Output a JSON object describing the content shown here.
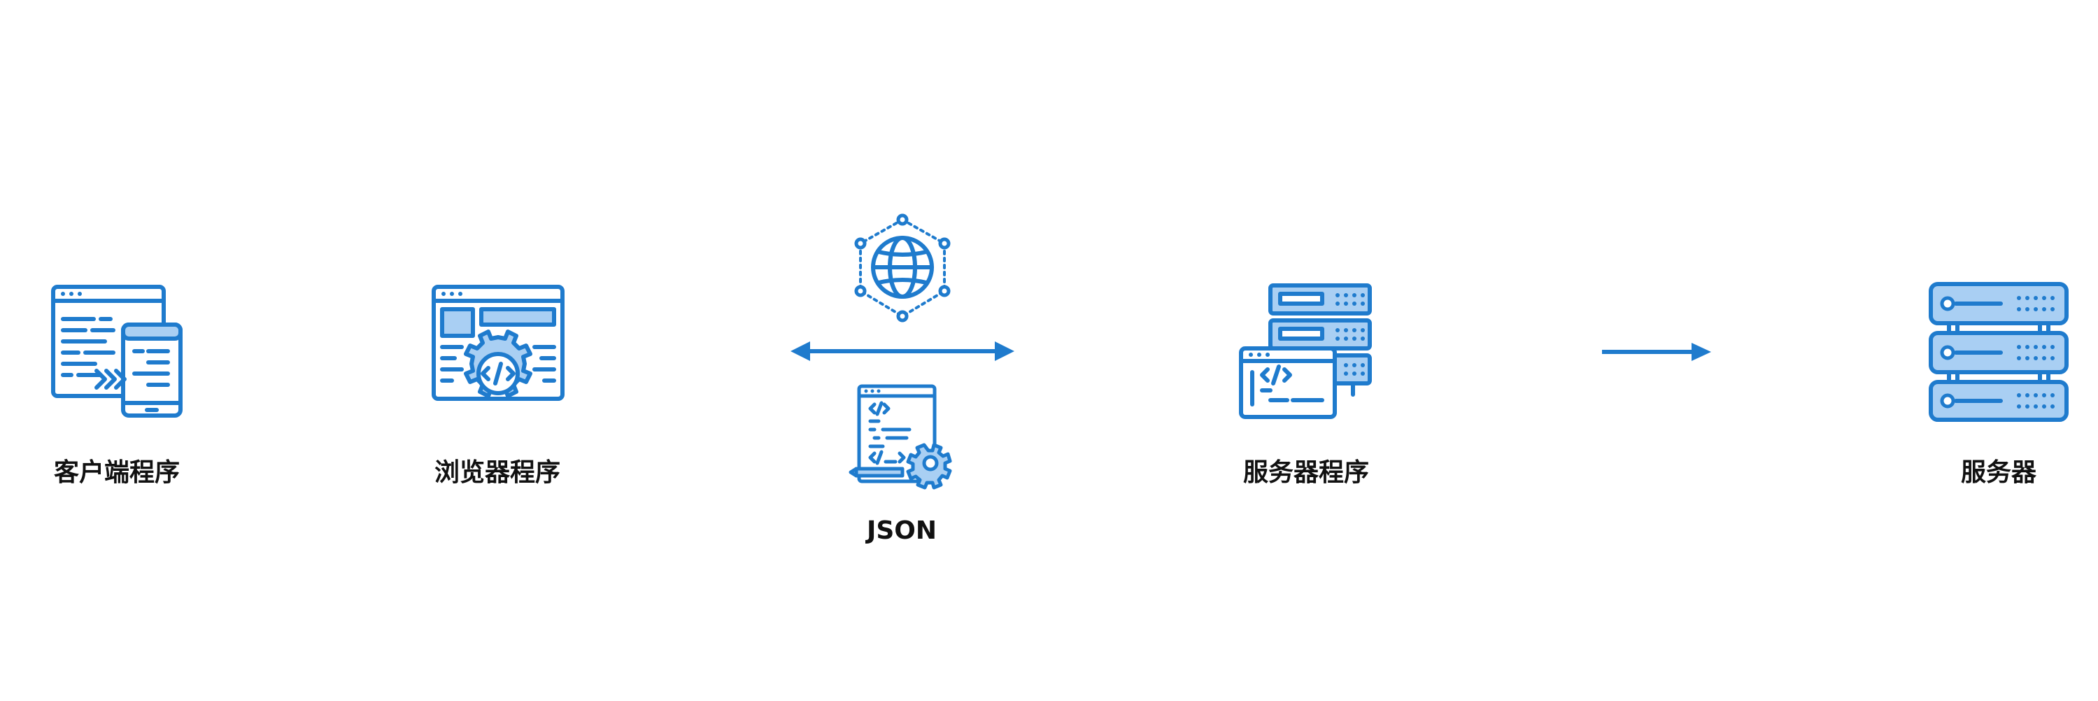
{
  "colors": {
    "stroke": "#1f7bcd",
    "fill": "#a9cff3",
    "text": "#111111"
  },
  "nodes": {
    "client": {
      "label": "客户端程序",
      "icon": "window-with-phone-icon"
    },
    "browser": {
      "label": "浏览器程序",
      "icon": "browser-gear-code-icon"
    },
    "json": {
      "label": "JSON",
      "icon": "code-document-gear-icon",
      "icon_top": "network-globe-icon"
    },
    "server_program": {
      "label": "服务器程序",
      "icon": "server-stack-code-icon"
    },
    "server": {
      "label": "服务器",
      "icon": "server-rack-icon"
    }
  },
  "arrows": {
    "browser_server_program": "double-arrow",
    "server_program_server": "right-arrow"
  }
}
